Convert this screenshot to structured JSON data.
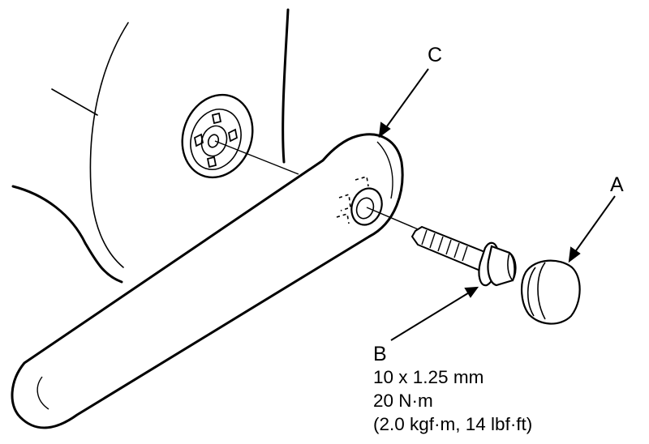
{
  "callouts": {
    "a": "A",
    "b": "B",
    "c": "C"
  },
  "bolt_spec": {
    "size": "10 x 1.25 mm",
    "torque_nm": "20 N·m",
    "torque_alt": "(2.0 kgf·m, 14 lbf·ft)"
  }
}
